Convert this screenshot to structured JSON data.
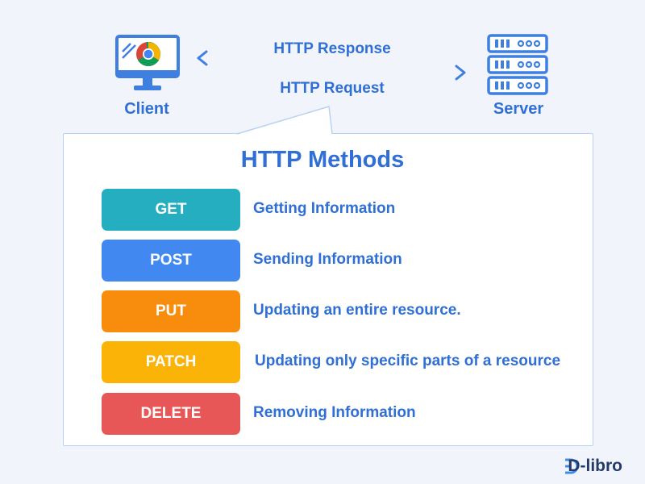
{
  "client": {
    "label": "Client",
    "icon": "monitor-browser-icon"
  },
  "server": {
    "label": "Server",
    "icon": "server-rack-icon"
  },
  "arrows": {
    "response_label": "HTTP Response",
    "request_label": "HTTP Request"
  },
  "panel": {
    "title": "HTTP Methods",
    "methods": [
      {
        "name": "GET",
        "description": "Getting Information",
        "color": "#25aec0"
      },
      {
        "name": "POST",
        "description": "Sending Information",
        "color": "#4189f0"
      },
      {
        "name": "PUT",
        "description": "Updating an entire resource.",
        "color": "#f88c0c"
      },
      {
        "name": "PATCH",
        "description": "Updating only specific parts of a resource",
        "color": "#fbb308"
      },
      {
        "name": "DELETE",
        "description": "Removing Information",
        "color": "#e85757"
      }
    ]
  },
  "logo": {
    "text": "D-libro"
  },
  "colors": {
    "accent_blue": "#2f6fd6",
    "background": "#f1f5fb",
    "panel_border": "#b9d2f3"
  }
}
